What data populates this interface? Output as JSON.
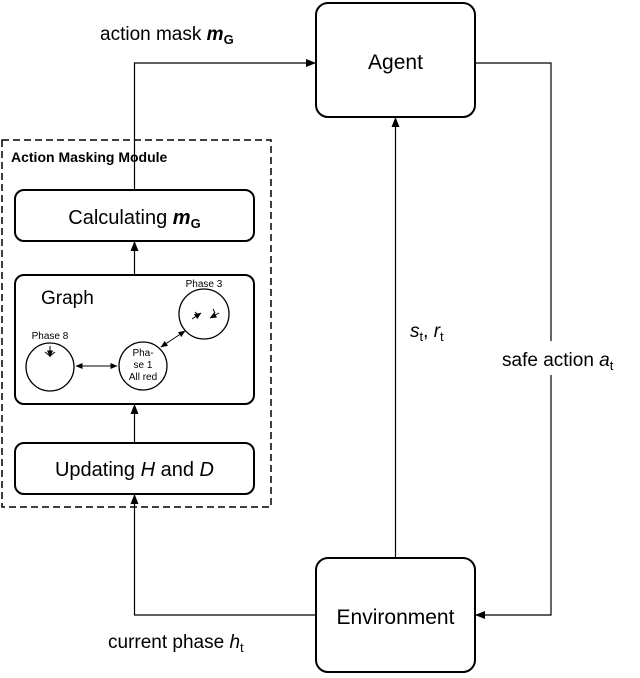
{
  "agent": {
    "label": "Agent"
  },
  "environment": {
    "label": "Environment"
  },
  "module": {
    "title": "Action Masking Module",
    "calc": {
      "prefix": "Calculating ",
      "var": "m",
      "sub": "G"
    },
    "graph": {
      "title": "Graph",
      "phase3": {
        "label": "Phase 3"
      },
      "phase8": {
        "label": "Phase 8"
      },
      "phase1": {
        "line1": "Pha-",
        "line2": "se 1",
        "line3": "All red"
      }
    },
    "update": {
      "prefix": "Updating ",
      "var1": "H",
      "mid": " and ",
      "var2": "D"
    }
  },
  "edges": {
    "action_mask": {
      "prefix": "action mask ",
      "var": "m",
      "sub": "G"
    },
    "state_reward": {
      "s": "s",
      "s_sub": "t",
      "sep": ", ",
      "r": "r",
      "r_sub": "t"
    },
    "safe_action": {
      "prefix": "safe action ",
      "var": "a",
      "sub": "t"
    },
    "current_phase": {
      "prefix": "current phase ",
      "var": "h",
      "sub": "t"
    }
  },
  "colors": {
    "stroke": "#000000",
    "background": "#ffffff"
  }
}
